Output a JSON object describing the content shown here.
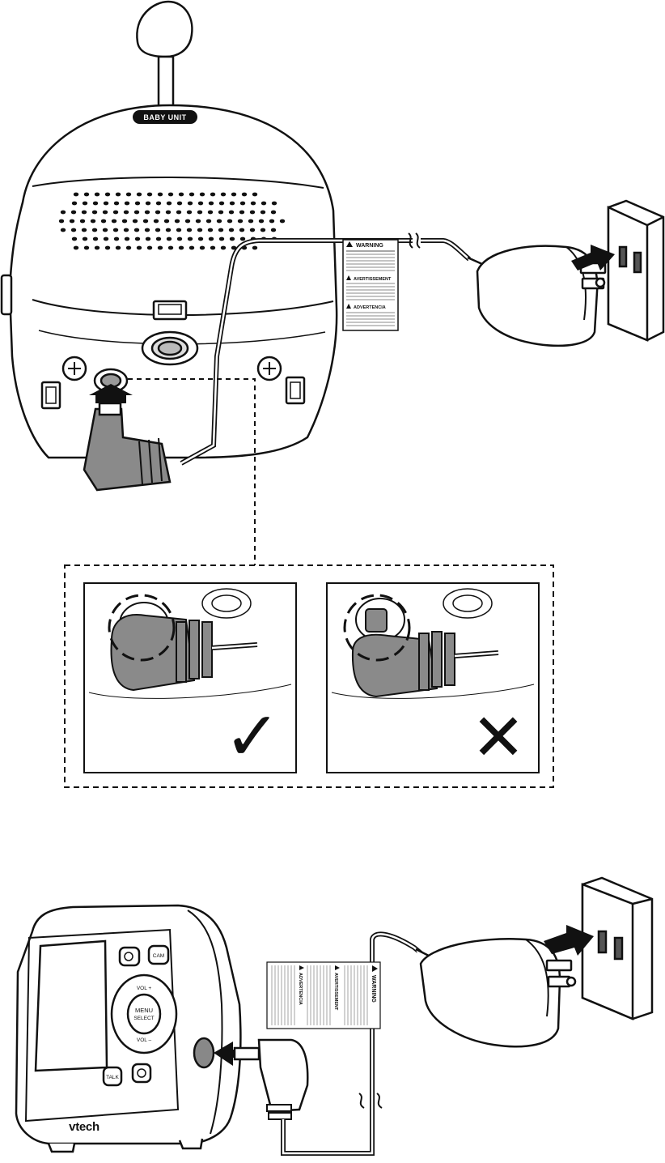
{
  "baby_unit": {
    "badge_label": "BABY UNIT",
    "warning_label": {
      "title_1": "WARNING",
      "title_2": "AVERTISSEMENT",
      "title_3": "ADVERTENCIA"
    }
  },
  "parent_unit": {
    "brand": "vtech",
    "buttons": {
      "vol_up": "VOL +",
      "vol_down": "VOL –",
      "menu": "MENU",
      "select": "SELECT",
      "talk": "TALK",
      "cam": "CAM"
    },
    "warning_label": {
      "title_1": "WARNING",
      "title_2": "AVERTISSEMENT",
      "title_3": "ADVERTENCIA"
    }
  },
  "inset": {
    "correct_mark": "✓",
    "incorrect_mark": "✕"
  },
  "colors": {
    "line": "#111111",
    "plug_gray": "#8a8a8a",
    "arrow": "#111111",
    "background": "#ffffff"
  }
}
